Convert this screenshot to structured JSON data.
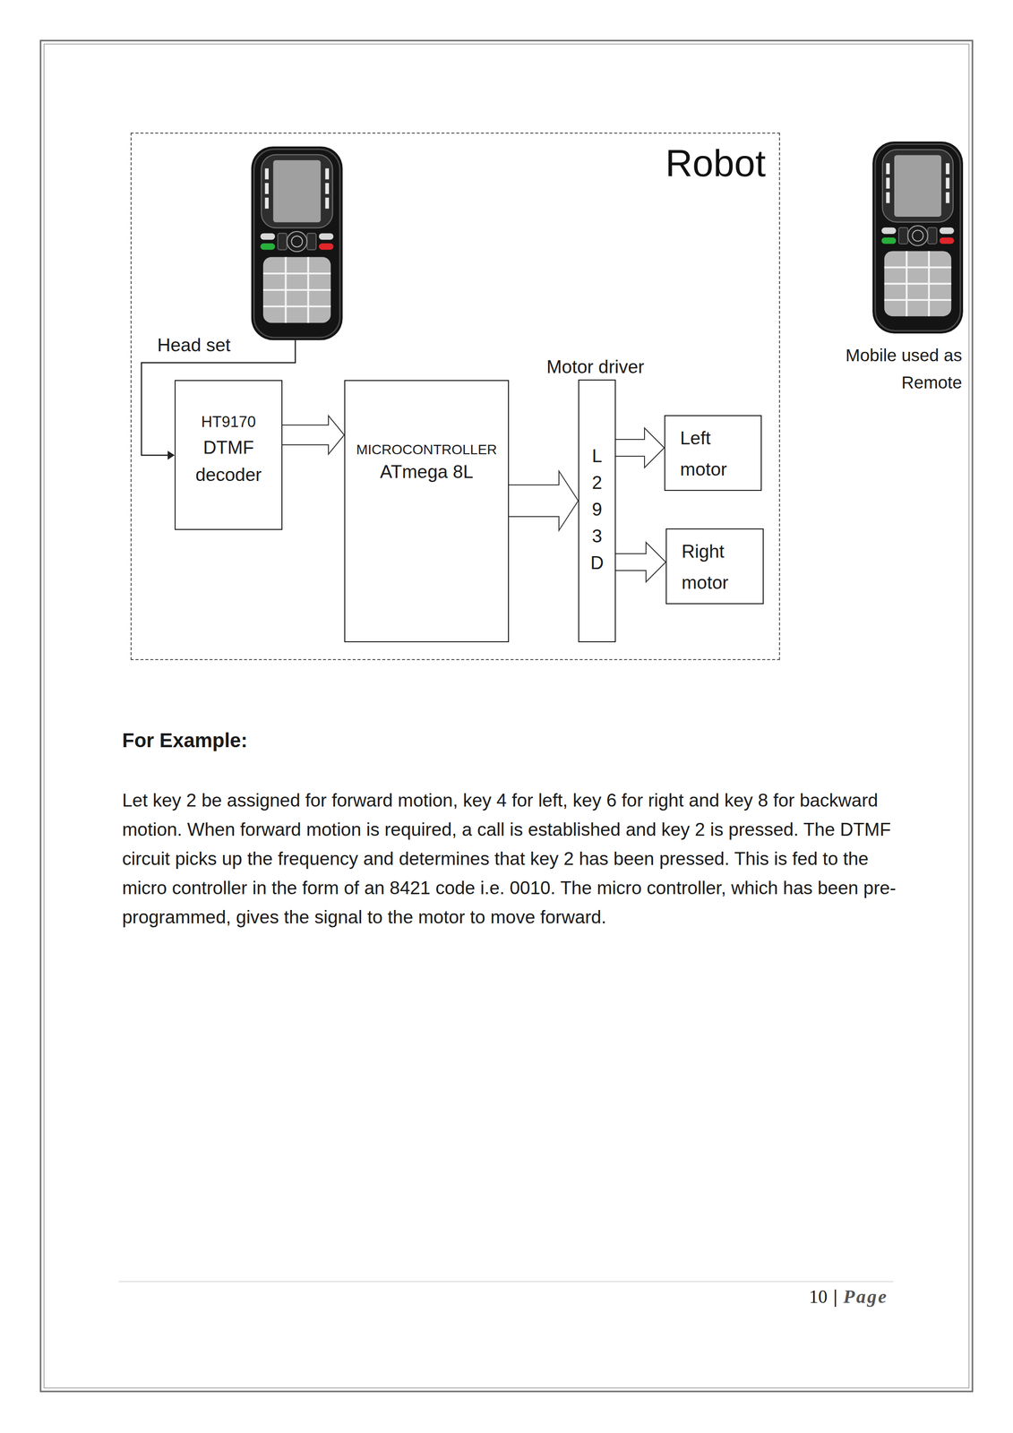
{
  "diagram": {
    "nodes": [
      {
        "text": [
          "Robot"
        ]
      },
      {
        "text": [
          "HT9170",
          "DTMF decoder"
        ],
        "in": 0
      },
      {
        "text": [
          "MICROCONTROLLER",
          "ATmega 8L"
        ],
        "in": 0
      },
      {
        "text": [
          "Motor driver",
          "L293D"
        ],
        "in": 0
      },
      {
        "text": [
          "Left motor"
        ],
        "in": 0
      },
      {
        "text": [
          "Right motor"
        ],
        "in": 0
      }
    ],
    "edges": [
      {
        "from": 1,
        "to": 2,
        "arrow": "to"
      },
      {
        "from": 2,
        "to": 3,
        "arrow": "to"
      },
      {
        "from": 3,
        "to": 4,
        "arrow": "to"
      },
      {
        "from": 3,
        "to": 5,
        "arrow": "to"
      }
    ],
    "labels": [
      "Head set",
      "Mobile used as Remote",
      "For Example:",
      "Let key 2 be assigned for forward motion, key 4 for left, key 6 for right and key 8 for backward motion. When forward motion is required, a call is established and key 2 is pressed. The DTMF circuit picks up the frequency and determines that key 2 has been pressed. This is fed to the micro controller in the form of an 8421 code i.e. 0010. The micro controller, which has been pre-programmed, gives the signal to the motor to move forward.",
      "10",
      "|",
      "Page"
    ]
  }
}
